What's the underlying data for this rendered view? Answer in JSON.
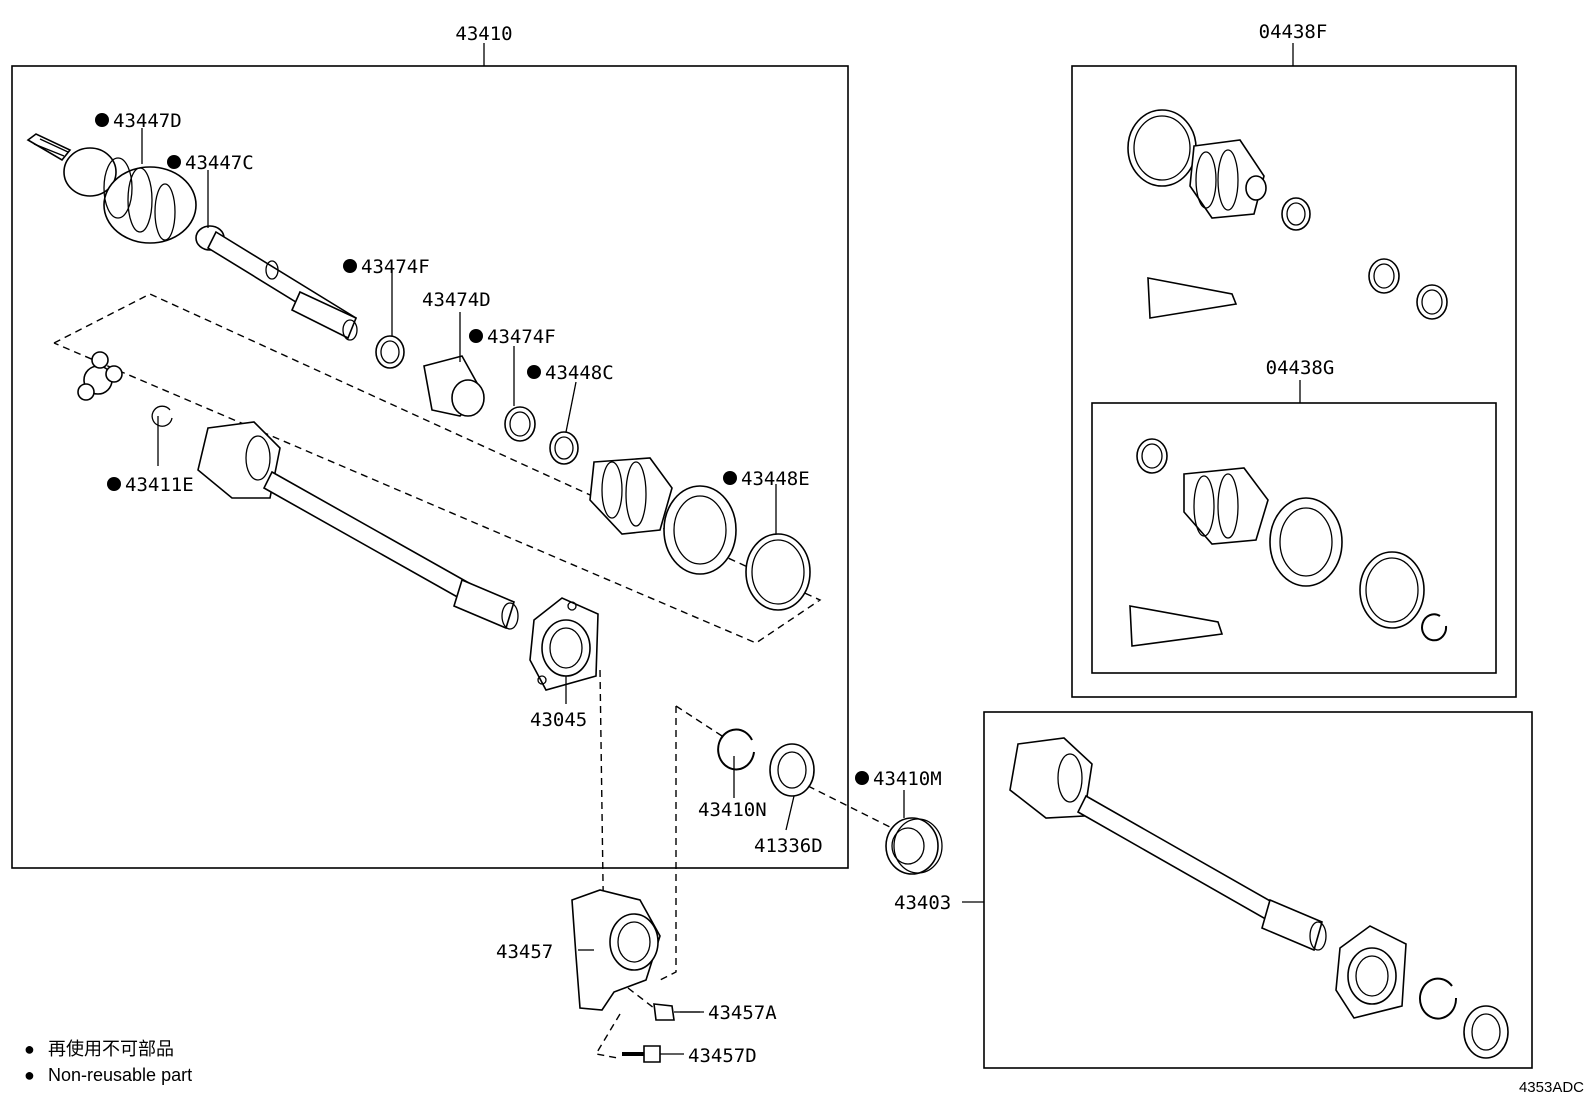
{
  "group_labels": {
    "main_assembly": "43410",
    "boot_kit_outer": "04438F",
    "boot_kit_inner": "04438G"
  },
  "part_labels": {
    "p43447D": "43447D",
    "p43447C": "43447C",
    "p43474F_1": "43474F",
    "p43474D": "43474D",
    "p43474F_2": "43474F",
    "p43448C": "43448C",
    "p43448E": "43448E",
    "p43411E": "43411E",
    "p43045": "43045",
    "p43410N": "43410N",
    "p41336D": "41336D",
    "p43410M": "43410M",
    "p43403": "43403",
    "p43457": "43457",
    "p43457A": "43457A",
    "p43457D": "43457D"
  },
  "legend": {
    "symbol": "●",
    "japanese": "再使用不可部品",
    "english": "Non-reusable part"
  },
  "diagram_code": "4353ADC"
}
